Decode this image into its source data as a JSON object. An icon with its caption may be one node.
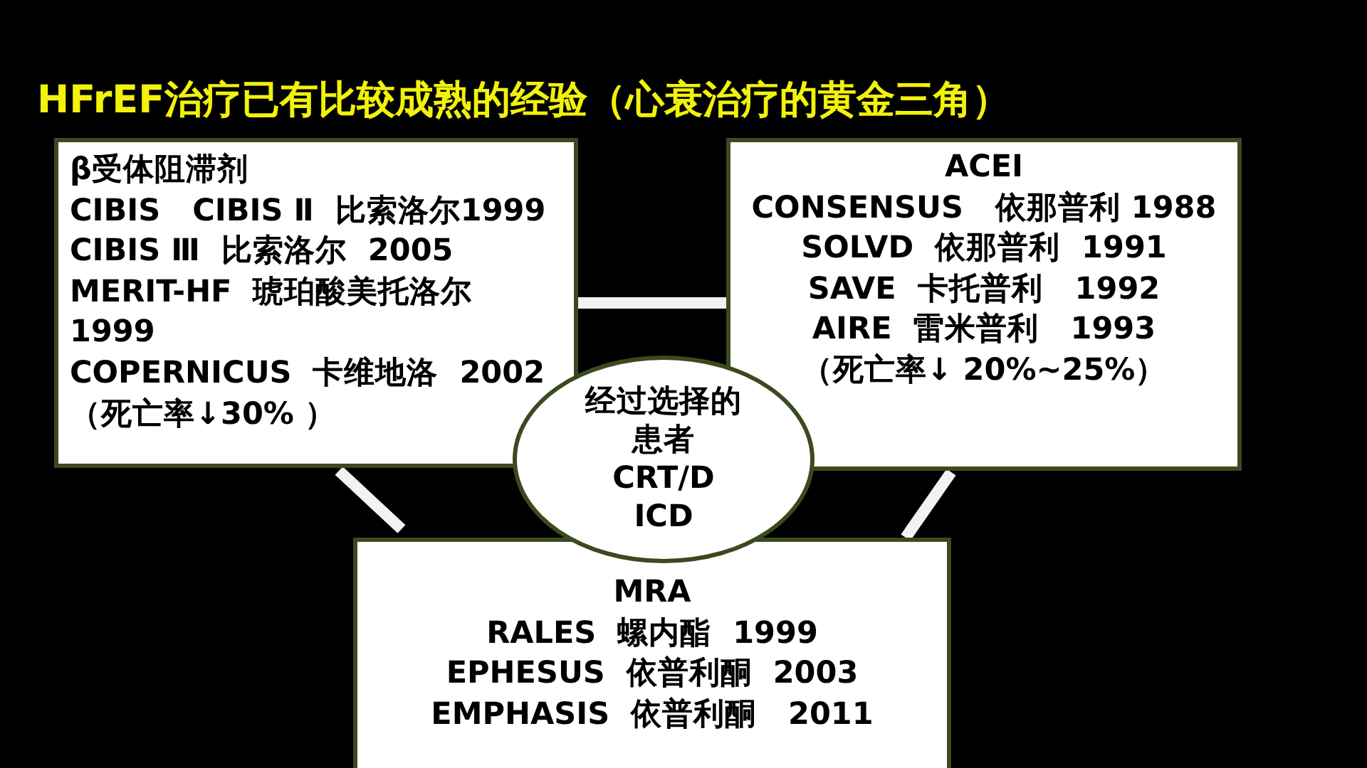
{
  "diagram": {
    "title": "HFrEF治疗已有比较成熟的经验（心衰治疗的黄金三角）",
    "nodes": [
      {
        "text": [
          "β受体阻滞剂",
          "CIBIS   CIBIS Ⅱ  比索洛尔1999",
          "CIBIS Ⅲ  比索洛尔  2005",
          "MERIT-HF  琥珀酸美托洛尔 1999",
          "COPERNICUS  卡维地洛  2002",
          "（死亡率↓30% ）"
        ]
      },
      {
        "text": [
          "ACEI",
          "CONSENSUS   依那普利 1988",
          "SOLVD  依那普利  1991",
          "SAVE  卡托普利   1992",
          "AIRE  雷米普利   1993",
          "（死亡率↓ 20%~25%）"
        ]
      },
      {
        "text": [
          "经过选择的患者",
          "CRT/D",
          "ICD"
        ]
      },
      {
        "text": [
          "MRA",
          "RALES  螺内酯  1999",
          "EPHESUS  依普利酮  2003",
          "EMPHASIS  依普利酮   2011"
        ]
      }
    ],
    "edges": [
      {
        "from": 0,
        "to": 1,
        "arrow": "none"
      },
      {
        "from": 0,
        "to": 3,
        "arrow": "none"
      },
      {
        "from": 1,
        "to": 3,
        "arrow": "none"
      }
    ]
  }
}
